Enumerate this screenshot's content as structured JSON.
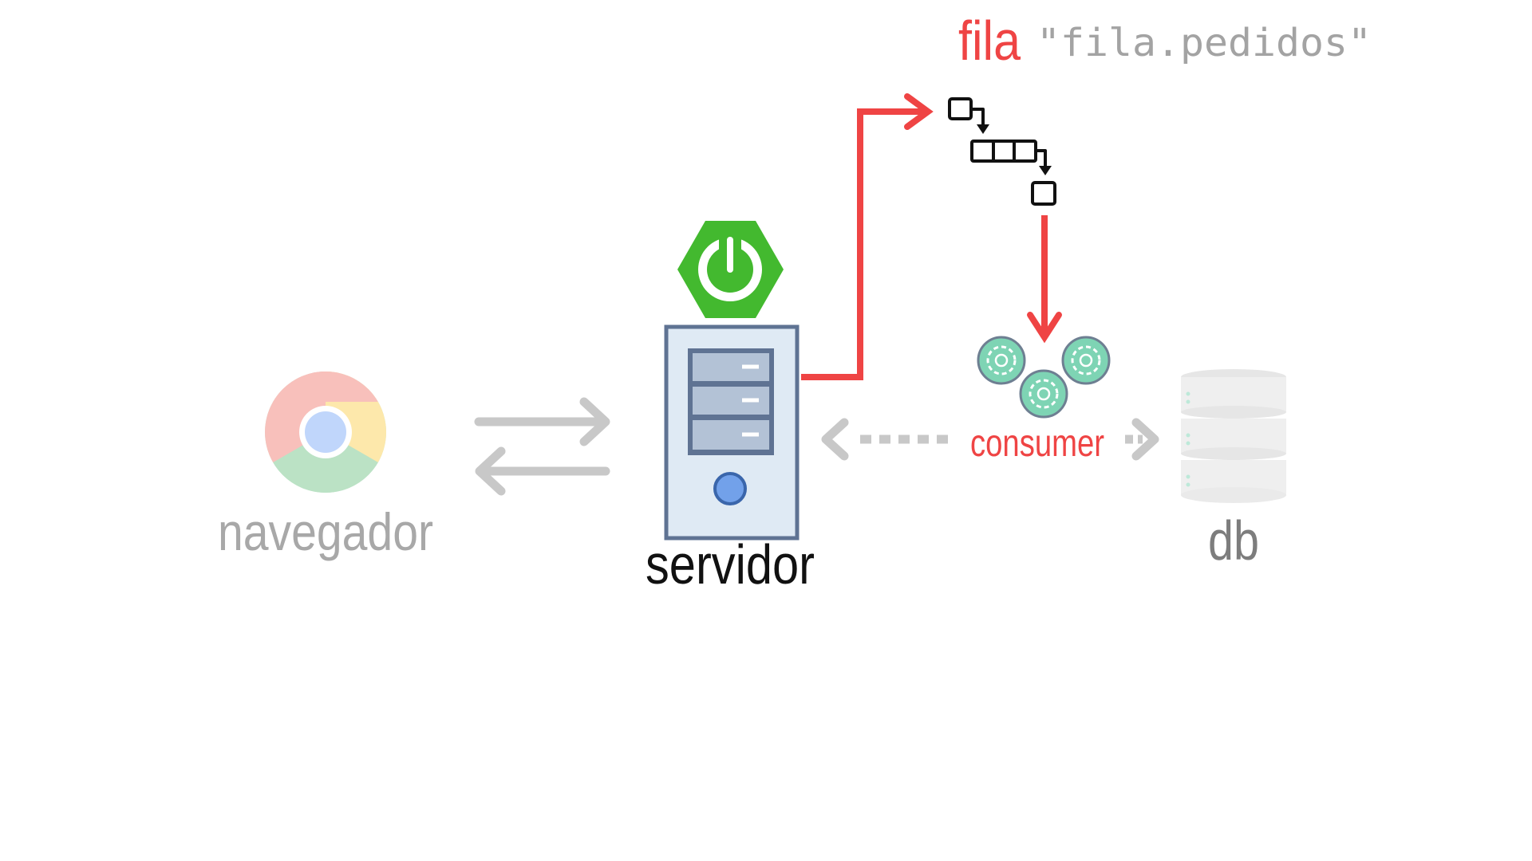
{
  "queue": {
    "label": "fila",
    "name": "\"fila.pedidos\"",
    "icon": "queue-icon"
  },
  "browser": {
    "label": "navegador",
    "icon": "chrome-icon"
  },
  "server": {
    "label": "servidor",
    "icon": "server-icon",
    "framework_icon": "spring-boot-icon"
  },
  "consumer": {
    "label": "consumer",
    "icon": "consumer-gears-icon"
  },
  "database": {
    "label": "db",
    "icon": "database-icon"
  },
  "colors": {
    "accent_red": "#ef4444",
    "spring_green": "#43b92f",
    "faded_gray": "#c8c8c8",
    "label_gray": "#a8a8a8",
    "db_label_gray": "#7d7d7d",
    "mono_gray": "#a3a3a3"
  }
}
